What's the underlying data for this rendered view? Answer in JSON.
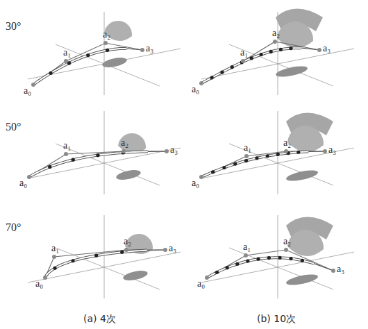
{
  "diagram": {
    "labels": [
      "30°",
      "a₀",
      "a₁",
      "a₂",
      "a₃",
      "a₀",
      "a₁",
      "a₂",
      "a₃",
      "50°",
      "a₀",
      "a₁",
      "a₂",
      "a₃",
      "a₀",
      "a₁",
      "a₂",
      "a₃",
      "70°",
      "a₀",
      "a₁",
      "a₂",
      "a₃",
      "a₀",
      "a₁",
      "a₂",
      "a₃",
      "(a) 4次",
      "(b) 10次"
    ]
  }
}
